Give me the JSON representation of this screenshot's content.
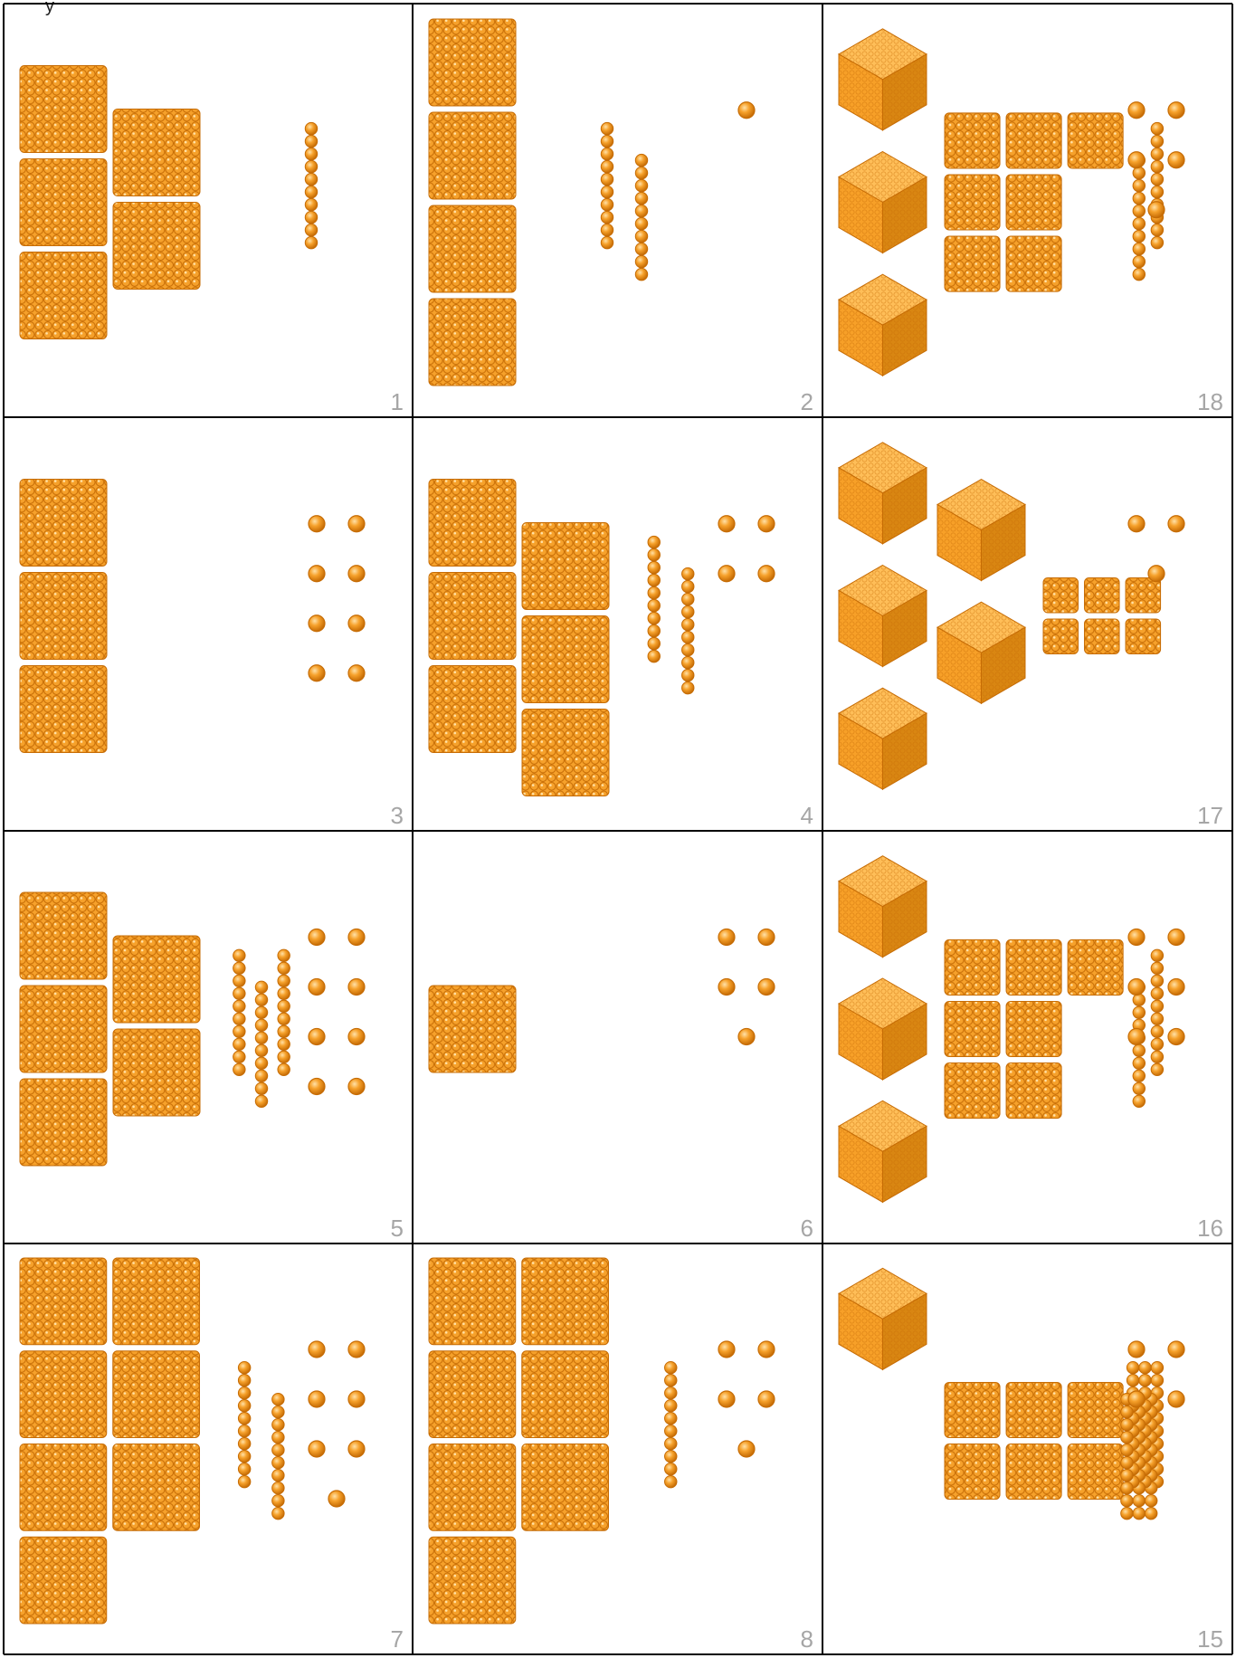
{
  "worksheet": {
    "top_label": "y",
    "colors": {
      "bead_fill": "#f6a12b",
      "bead_shadow": "#c66c05",
      "bead_highlight": "#ffe1a8",
      "cube_top": "#ffbe58",
      "cube_left": "#f7a028",
      "cube_right": "#d98612",
      "grid_line": "#000000",
      "cell_number": "#a6a6a6"
    },
    "cells": [
      {
        "number": "1",
        "thousands": 0,
        "hundreds": 5,
        "tens": 1,
        "units": 0
      },
      {
        "number": "2",
        "thousands": 0,
        "hundreds": 4,
        "tens": 2,
        "units": 1
      },
      {
        "number": "18",
        "thousands": 3,
        "hundreds": 7,
        "tens": 2,
        "units": 5
      },
      {
        "number": "3",
        "thousands": 0,
        "hundreds": 3,
        "tens": 0,
        "units": 8
      },
      {
        "number": "4",
        "thousands": 0,
        "hundreds": 6,
        "tens": 2,
        "units": 4
      },
      {
        "number": "17",
        "thousands": 5,
        "hundreds": 6,
        "tens": 0,
        "units": 3
      },
      {
        "number": "5",
        "thousands": 0,
        "hundreds": 5,
        "tens": 3,
        "units": 8
      },
      {
        "number": "6",
        "thousands": 0,
        "hundreds": 1,
        "tens": 0,
        "units": 5
      },
      {
        "number": "16",
        "thousands": 3,
        "hundreds": 7,
        "tens": 2,
        "units": 6
      },
      {
        "number": "7",
        "thousands": 0,
        "hundreds": 7,
        "tens": 2,
        "units": 7
      },
      {
        "number": "8",
        "thousands": 0,
        "hundreds": 7,
        "tens": 1,
        "units": 5
      },
      {
        "number": "15",
        "thousands": 1,
        "hundreds": 6,
        "tens": 6,
        "units": 4
      }
    ]
  }
}
